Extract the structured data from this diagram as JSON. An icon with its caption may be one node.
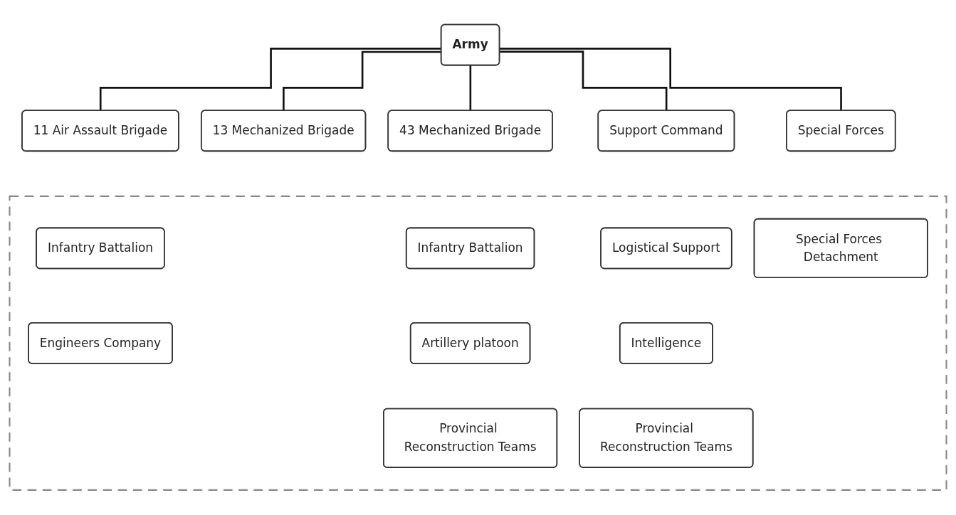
{
  "diagram": {
    "nodes": [
      {
        "text": [
          "Army"
        ]
      },
      {
        "text": [
          "11 Air Assault Brigade"
        ]
      },
      {
        "text": [
          "13 Mechanized Brigade"
        ]
      },
      {
        "text": [
          "43 Mechanized Brigade"
        ]
      },
      {
        "text": [
          "Support Command"
        ]
      },
      {
        "text": [
          "Special Forces"
        ]
      },
      {
        "text": [],
        "shape": "box"
      },
      {
        "text": [
          "Infantry Battalion"
        ],
        "in": 6
      },
      {
        "text": [
          "Infantry Battalion"
        ],
        "in": 6
      },
      {
        "text": [
          "Logistical Support"
        ],
        "in": 6
      },
      {
        "text": [
          "Special Forces Detachment"
        ],
        "in": 6
      },
      {
        "text": [
          "Engineers Company"
        ],
        "in": 6
      },
      {
        "text": [
          "Artillery platoon"
        ],
        "in": 6
      },
      {
        "text": [
          "Intelligence"
        ],
        "in": 6
      },
      {
        "text": [
          "Provincial Reconstruction Teams"
        ],
        "in": 6
      },
      {
        "text": [
          "Provincial Reconstruction Teams"
        ],
        "in": 6
      }
    ],
    "edges": [
      {
        "from": 0,
        "to": 1,
        "arrow": "none"
      },
      {
        "from": 0,
        "to": 2,
        "arrow": "none"
      },
      {
        "from": 0,
        "to": 3,
        "arrow": "none"
      },
      {
        "from": 0,
        "to": 4,
        "arrow": "none"
      },
      {
        "from": 0,
        "to": 5,
        "arrow": "none"
      }
    ]
  }
}
